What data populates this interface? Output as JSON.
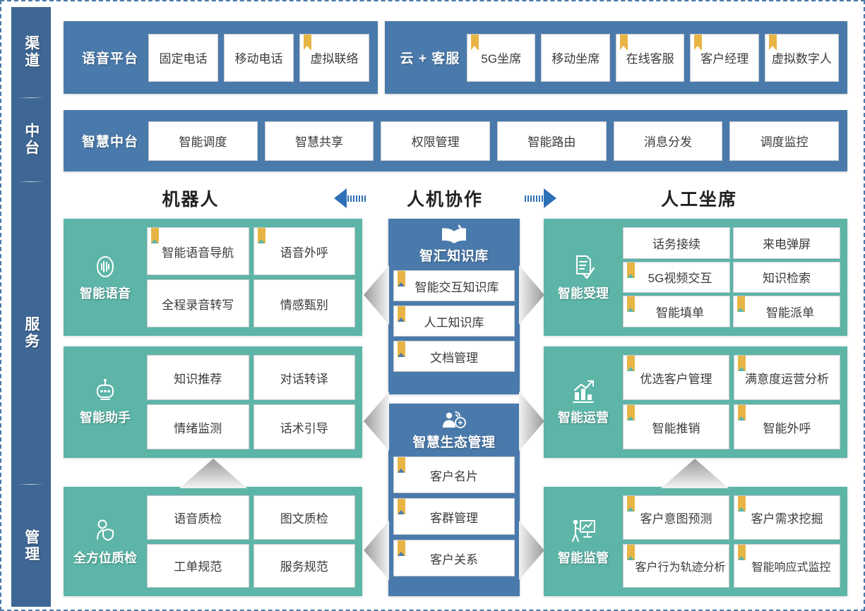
{
  "colors": {
    "blue": "#4a7aab",
    "sidebar_blue": "#3f6795",
    "green": "#5cb5a7",
    "ribbon": "#e8b545",
    "arrow_blue": "#2e6fb7"
  },
  "sidebar": {
    "items": [
      {
        "label": "渠道"
      },
      {
        "label": "中台"
      },
      {
        "label": "服务"
      },
      {
        "label": "管理"
      }
    ]
  },
  "channel_row": {
    "voice_platform": {
      "title": "语音平台",
      "items": [
        {
          "label": "固定电话",
          "ribbon": false
        },
        {
          "label": "移动电话",
          "ribbon": false
        },
        {
          "label": "虚拟联络",
          "ribbon": true
        }
      ]
    },
    "cloud_service": {
      "title": "云 + 客服",
      "items": [
        {
          "label": "5G坐席",
          "ribbon": true
        },
        {
          "label": "移动坐席",
          "ribbon": false
        },
        {
          "label": "在线客服",
          "ribbon": true
        },
        {
          "label": "客户经理",
          "ribbon": true
        },
        {
          "label": "虚拟数字人",
          "ribbon": true
        }
      ]
    }
  },
  "midplatform_row": {
    "title": "智慧中台",
    "items": [
      {
        "label": "智能调度"
      },
      {
        "label": "智慧共享"
      },
      {
        "label": "权限管理"
      },
      {
        "label": "智能路由"
      },
      {
        "label": "消息分发"
      },
      {
        "label": "调度监控"
      }
    ]
  },
  "collab_header": {
    "left": "机器人",
    "center": "人机协作",
    "right": "人工坐席"
  },
  "left_panels": [
    {
      "name": "智能语音",
      "icon": "voice-wave-icon",
      "cols": 2,
      "items": [
        {
          "label": "智能语音导航",
          "ribbon": true
        },
        {
          "label": "语音外呼",
          "ribbon": true
        },
        {
          "label": "全程录音转写",
          "ribbon": false
        },
        {
          "label": "情感甄别",
          "ribbon": false
        }
      ]
    },
    {
      "name": "智能助手",
      "icon": "robot-icon",
      "cols": 2,
      "items": [
        {
          "label": "知识推荐",
          "ribbon": false
        },
        {
          "label": "对话转译",
          "ribbon": false
        },
        {
          "label": "情绪监测",
          "ribbon": false
        },
        {
          "label": "话术引导",
          "ribbon": false
        }
      ]
    },
    {
      "name": "全方位质检",
      "icon": "person-shield-icon",
      "cols": 2,
      "items": [
        {
          "label": "语音质检",
          "ribbon": false
        },
        {
          "label": "图文质检",
          "ribbon": false
        },
        {
          "label": "工单规范",
          "ribbon": false
        },
        {
          "label": "服务规范",
          "ribbon": false
        }
      ]
    }
  ],
  "center_panels": [
    {
      "name": "智汇知识库",
      "icon": "open-book-icon",
      "items": [
        {
          "label": "智能交互知识库",
          "ribbon": true
        },
        {
          "label": "人工知识库",
          "ribbon": true
        },
        {
          "label": "文档管理",
          "ribbon": true
        }
      ]
    },
    {
      "name": "智慧生态管理",
      "icon": "person-network-icon",
      "items": [
        {
          "label": "客户名片",
          "ribbon": true
        },
        {
          "label": "客群管理",
          "ribbon": true
        },
        {
          "label": "客户关系",
          "ribbon": true
        }
      ]
    }
  ],
  "right_panels": [
    {
      "name": "智能受理",
      "icon": "document-check-icon",
      "cols": 2,
      "items": [
        {
          "label": "话务接续",
          "ribbon": false
        },
        {
          "label": "来电弹屏",
          "ribbon": false
        },
        {
          "label": "5G视频交互",
          "ribbon": true
        },
        {
          "label": "知识检索",
          "ribbon": false
        },
        {
          "label": "智能填单",
          "ribbon": true
        },
        {
          "label": "智能派单",
          "ribbon": true
        }
      ]
    },
    {
      "name": "智能运营",
      "icon": "chart-growth-icon",
      "cols": 2,
      "items": [
        {
          "label": "优选客户管理",
          "ribbon": true
        },
        {
          "label": "满意度运营分析",
          "ribbon": true
        },
        {
          "label": "智能推销",
          "ribbon": true
        },
        {
          "label": "智能外呼",
          "ribbon": true
        }
      ]
    },
    {
      "name": "智能监管",
      "icon": "presenter-board-icon",
      "cols": 2,
      "items": [
        {
          "label": "客户意图预测",
          "ribbon": true
        },
        {
          "label": "客户需求挖掘",
          "ribbon": true
        },
        {
          "label": "客户行为轨迹分析",
          "ribbon": true
        },
        {
          "label": "智能响应式监控",
          "ribbon": true
        }
      ]
    }
  ]
}
